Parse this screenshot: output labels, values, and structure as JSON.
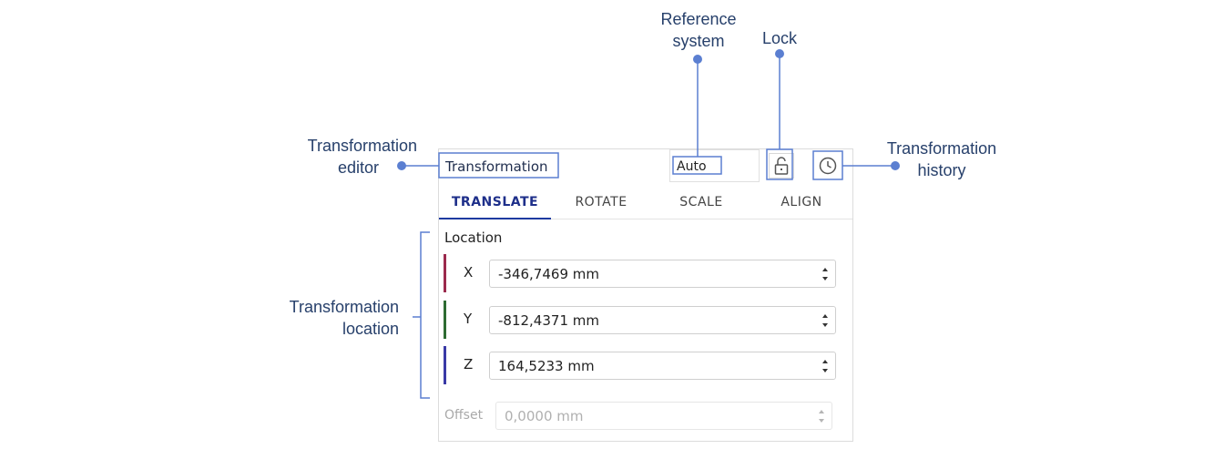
{
  "callouts": {
    "reference_system": [
      "Reference",
      "system"
    ],
    "lock": "Lock",
    "transformation_editor": [
      "Transformation",
      "editor"
    ],
    "transformation_history": [
      "Transformation",
      "history"
    ],
    "transformation_location": [
      "Transformation",
      "location"
    ]
  },
  "panel": {
    "title": "Transformation",
    "reference_system_value": "Auto",
    "tabs": [
      {
        "label": "TRANSLATE",
        "active": true
      },
      {
        "label": "ROTATE",
        "active": false
      },
      {
        "label": "SCALE",
        "active": false
      },
      {
        "label": "ALIGN",
        "active": false
      }
    ],
    "location": {
      "title": "Location",
      "x": {
        "label": "X",
        "value": "-346,7469 mm",
        "color": "#9b2a4d"
      },
      "y": {
        "label": "Y",
        "value": "-812,4371 mm",
        "color": "#2e6b32"
      },
      "z": {
        "label": "Z",
        "value": "164,5233 mm",
        "color": "#3a3aa6"
      }
    },
    "offset": {
      "label": "Offset",
      "value": "0,0000 mm"
    }
  },
  "colors": {
    "callout_line": "#5b7fd1",
    "callout_text": "#27406b",
    "active_tab": "#1e3aa0"
  },
  "icons": {
    "lock": "unlocked-padlock-icon",
    "history": "clock-icon",
    "spinner": "up-down-spinner-icon"
  }
}
